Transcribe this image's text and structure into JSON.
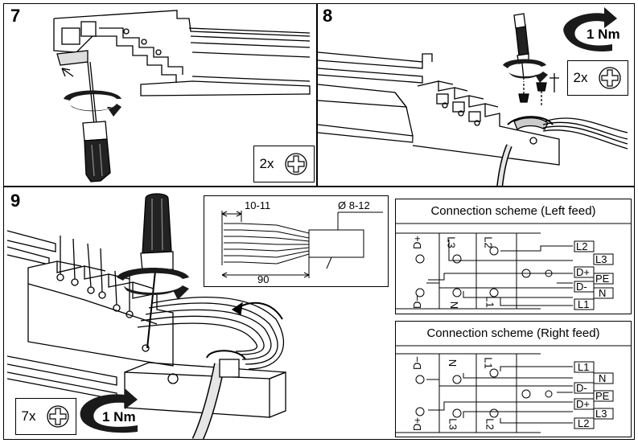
{
  "steps": {
    "step7": {
      "number": "7",
      "count_label": "2x"
    },
    "step8": {
      "number": "8",
      "count_label": "2x",
      "torque_label": "1 Nm"
    },
    "step9": {
      "number": "9",
      "count_label": "7x",
      "torque_label": "1 Nm"
    }
  },
  "cable_dim": {
    "strip_length": "10-11",
    "diameter": "Ø 8-12",
    "jacket_strip": "90"
  },
  "scheme_left": {
    "title": "Connection scheme (Left feed)",
    "terminal_top": "D+",
    "terminal_bottom": "D−",
    "l3": "L3",
    "l2": "L2",
    "l1": "L1",
    "n": "N",
    "wire_labels": [
      "L2",
      "L3",
      "D+",
      "PE",
      "D-",
      "N",
      "L1"
    ]
  },
  "scheme_right": {
    "title": "Connection scheme (Right feed)",
    "terminal_top": "D−",
    "terminal_bottom": "D+",
    "l3": "L3",
    "l2": "L2",
    "l1": "L1",
    "n": "N",
    "wire_labels": [
      "L1",
      "N",
      "D-",
      "PE",
      "D+",
      "L3",
      "L2"
    ]
  },
  "colors": {
    "line": "#000000",
    "bg": "#ffffff",
    "fill": "#d9d9d9"
  }
}
